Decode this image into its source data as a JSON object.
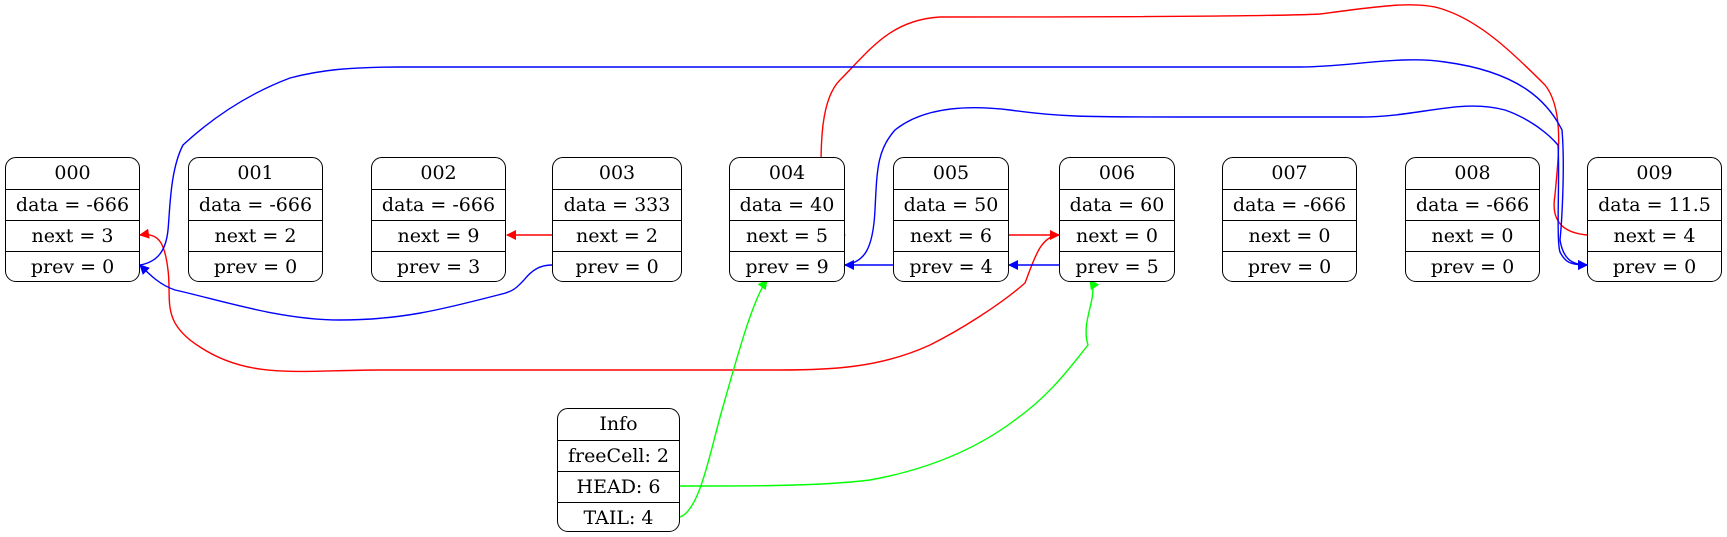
{
  "colors": {
    "next_edge": "#ff0000",
    "prev_edge": "#0000ff",
    "info_edge": "#00ff00",
    "border": "#000000"
  },
  "nodes": [
    {
      "id": "000",
      "data": "data = -666",
      "next": "next = 3",
      "prev": "prev = 0"
    },
    {
      "id": "001",
      "data": "data = -666",
      "next": "next = 2",
      "prev": "prev = 0"
    },
    {
      "id": "002",
      "data": "data = -666",
      "next": "next = 9",
      "prev": "prev = 3"
    },
    {
      "id": "003",
      "data": "data = 333",
      "next": "next = 2",
      "prev": "prev = 0"
    },
    {
      "id": "004",
      "data": "data = 40",
      "next": "next = 5",
      "prev": "prev = 9"
    },
    {
      "id": "005",
      "data": "data = 50",
      "next": "next = 6",
      "prev": "prev = 4"
    },
    {
      "id": "006",
      "data": "data = 60",
      "next": "next = 0",
      "prev": "prev = 5"
    },
    {
      "id": "007",
      "data": "data = -666",
      "next": "next = 0",
      "prev": "prev = 0"
    },
    {
      "id": "008",
      "data": "data = -666",
      "next": "next = 0",
      "prev": "prev = 0"
    },
    {
      "id": "009",
      "data": "data = 11.5",
      "next": "next = 4",
      "prev": "prev = 0"
    }
  ],
  "info": {
    "title": "Info",
    "free_cell": "freeCell: 2",
    "head": "HEAD: 6",
    "tail": "TAIL: 4"
  }
}
